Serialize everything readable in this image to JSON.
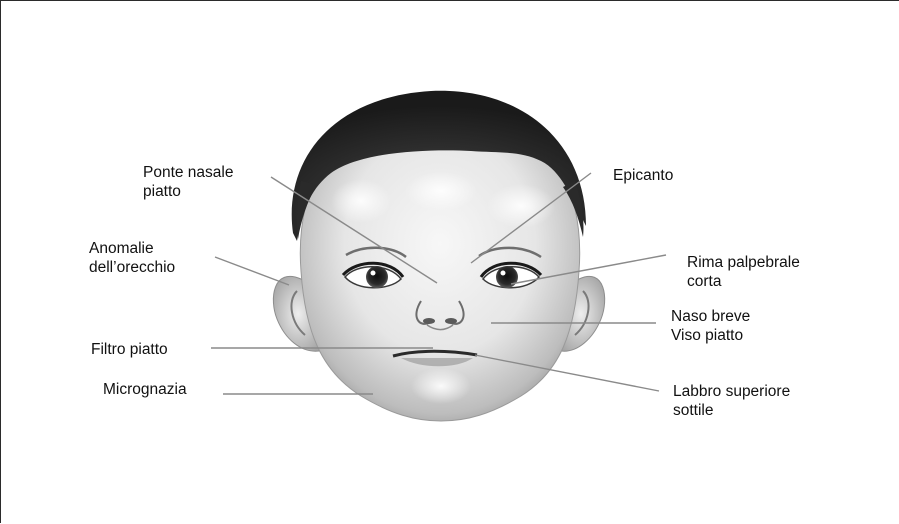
{
  "labels": {
    "ponte_nasale_piatto": [
      "Ponte nasale",
      "piatto"
    ],
    "epicanto": [
      "Epicanto"
    ],
    "anomalie_orecchio": [
      "Anomalie",
      "dell’orecchio"
    ],
    "rima_palpebrale_corta": [
      "Rima palpebrale",
      "corta"
    ],
    "naso_breve": [
      "Naso breve"
    ],
    "viso_piatto": [
      "Viso piatto"
    ],
    "filtro_piatto": [
      "Filtro piatto"
    ],
    "micrognazia": [
      "Micrognazia"
    ],
    "labbro_superiore_sottile": [
      "Labbro superiore",
      "sottile"
    ]
  },
  "colors": {
    "leader_line": "#8a8a8a",
    "skin_light": "#f2f2f2",
    "skin_shadow": "#9c9c9c",
    "hair": "#2a2a2a",
    "border": "#2b2b2b"
  }
}
